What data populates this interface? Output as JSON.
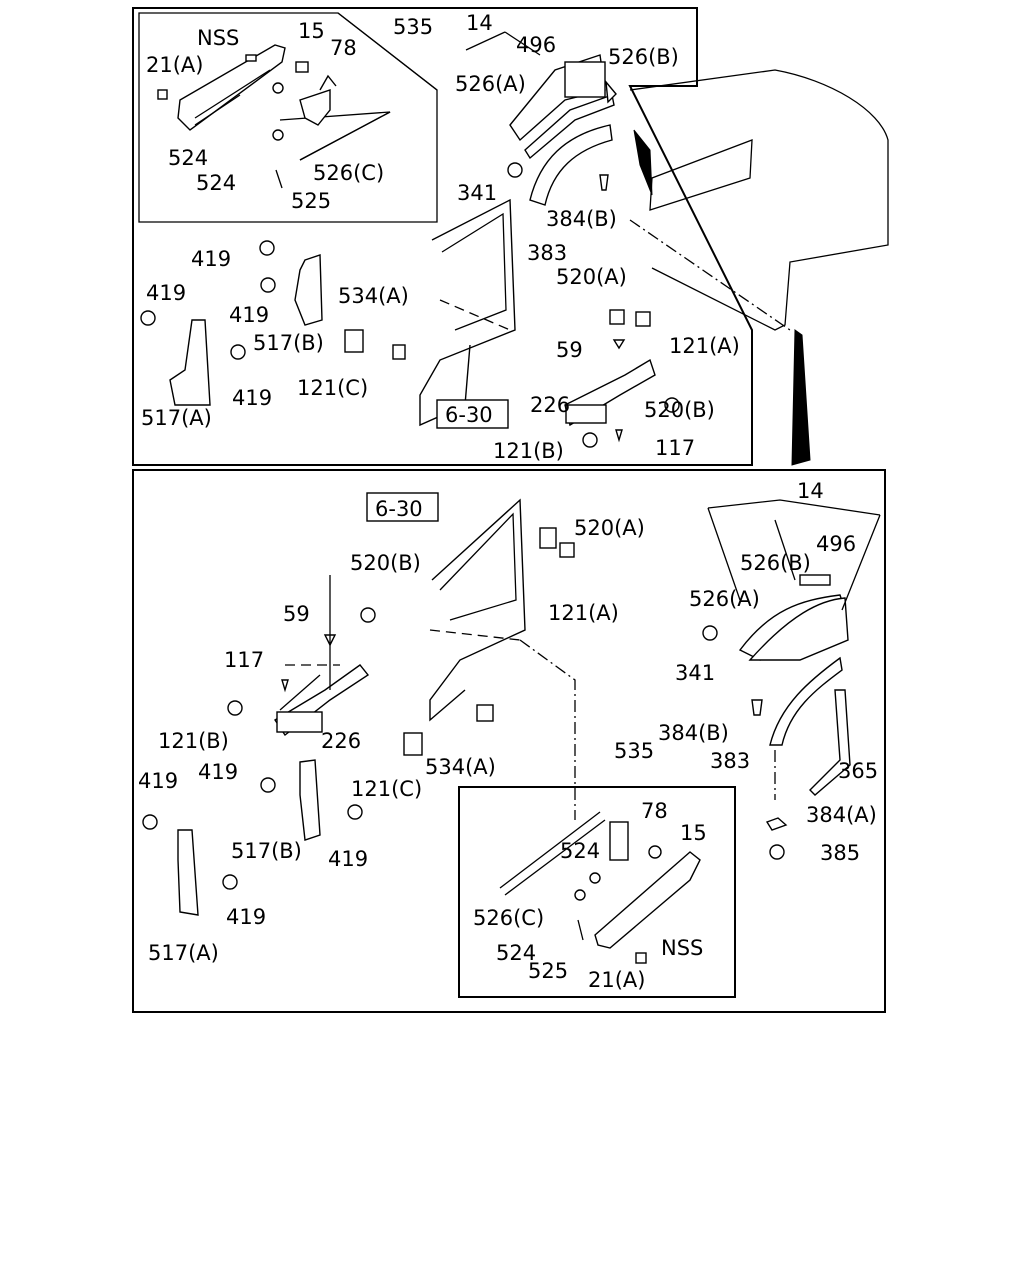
{
  "top": {
    "labels": {
      "nss": "NSS",
      "p15": "15",
      "p78": "78",
      "p535": "535",
      "p21a": "21(A)",
      "p524a": "524",
      "p524b": "524",
      "p526c": "526(C)",
      "p525": "525",
      "p14": "14",
      "p496": "496",
      "p526a": "526(A)",
      "p526b": "526(B)",
      "p341": "341",
      "p384b": "384(B)",
      "p383": "383",
      "p419a": "419",
      "p419b": "419",
      "p419c": "419",
      "p419d": "419",
      "p517b": "517(B)",
      "p517a": "517(A)",
      "p534a": "534(A)",
      "p121c": "121(C)",
      "ref630": "6-30",
      "p520a": "520(A)",
      "p121a": "121(A)",
      "p59": "59",
      "p226": "226",
      "p520b": "520(B)",
      "p121b": "121(B)",
      "p117": "117"
    }
  },
  "bottom": {
    "labels": {
      "ref630": "6-30",
      "p520a": "520(A)",
      "p520b": "520(B)",
      "p121a": "121(A)",
      "p14": "14",
      "p526b": "526(B)",
      "p496": "496",
      "p526a": "526(A)",
      "p59": "59",
      "p117": "117",
      "p341": "341",
      "p121b": "121(B)",
      "p226": "226",
      "p384b": "384(B)",
      "p383": "383",
      "p535": "535",
      "p534a": "534(A)",
      "p365": "365",
      "p419a": "419",
      "p419b": "419",
      "p121c": "121(C)",
      "p78": "78",
      "p15": "15",
      "p384a": "384(A)",
      "p517b": "517(B)",
      "p419c": "419",
      "p524a": "524",
      "p385": "385",
      "p419d": "419",
      "p526c": "526(C)",
      "p524b": "524",
      "nss": "NSS",
      "p525": "525",
      "p21a": "21(A)",
      "p517a": "517(A)"
    }
  }
}
